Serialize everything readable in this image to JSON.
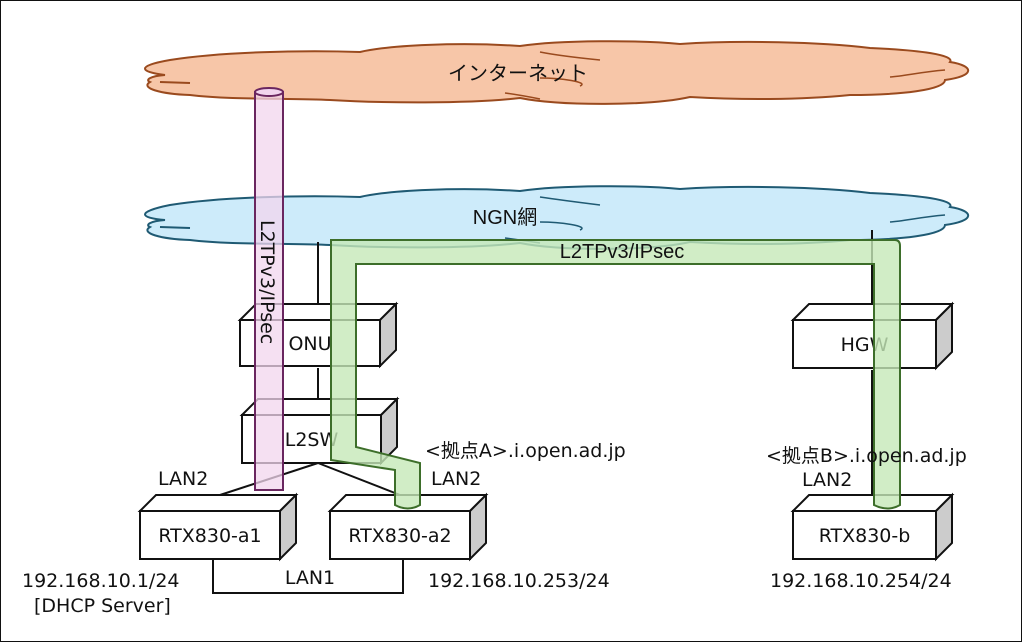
{
  "colors": {
    "internet_fill": "#F7C6A8",
    "internet_stroke": "#9A4A1E",
    "ngn_fill": "#CDEBFA",
    "ngn_stroke": "#1F5A73",
    "tunnel_a1_fill": "#F2D5EE",
    "tunnel_a1_stroke": "#6A2660",
    "tunnel_ab_fill": "#C6E8B8",
    "tunnel_ab_stroke": "#3D6E2A",
    "box_side": "#CCCCCC"
  },
  "clouds": {
    "internet": "インターネット",
    "ngn": "NGN網"
  },
  "tunnels": {
    "a1_internet": "L2TPv3/IPsec",
    "a2_to_b": "L2TPv3/IPsec"
  },
  "devices": {
    "onu": "ONU",
    "l2sw": "L2SW",
    "hgw": "HGW",
    "rtx_a1": "RTX830-a1",
    "rtx_a2": "RTX830-a2",
    "rtx_b": "RTX830-b"
  },
  "labels": {
    "site_a_domain": "<拠点A>.i.open.ad.jp",
    "site_b_domain": "<拠点B>.i.open.ad.jp",
    "a1_port": "LAN2",
    "a2_port": "LAN2",
    "b_port": "LAN2",
    "lan1": "LAN1",
    "a1_ip": "192.168.10.1/24",
    "a1_role": "[DHCP Server]",
    "a2_ip": "192.168.10.253/24",
    "b_ip": "192.168.10.254/24"
  }
}
